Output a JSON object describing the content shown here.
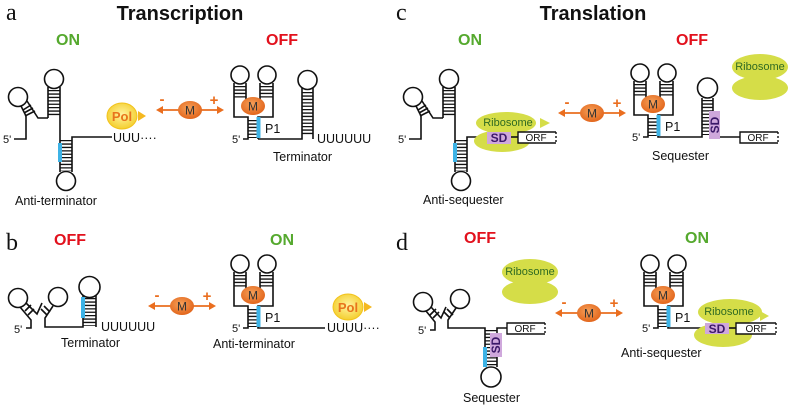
{
  "titles": {
    "transcription": "Transcription",
    "translation": "Translation"
  },
  "panels": {
    "a": {
      "letter": "a",
      "left_state": "ON",
      "right_state": "OFF",
      "left_label": "Anti-terminator",
      "right_label": "Terminator",
      "left_tail": "UUU····",
      "right_tail": "UUUUUU"
    },
    "b": {
      "letter": "b",
      "left_state": "OFF",
      "right_state": "ON",
      "left_label": "Terminator",
      "right_label": "Anti-terminator",
      "left_tail": "UUUUUU",
      "right_tail": "UUUU····"
    },
    "c": {
      "letter": "c",
      "left_state": "ON",
      "right_state": "OFF",
      "left_label": "Anti-sequester",
      "right_label": "Sequester"
    },
    "d": {
      "letter": "d",
      "left_state": "OFF",
      "right_state": "ON",
      "left_label": "Sequester",
      "right_label": "Anti-sequester"
    }
  },
  "common": {
    "ligand": "M",
    "minus": "-",
    "plus": "+",
    "p1": "P1",
    "five_prime": "5'",
    "sd": "SD",
    "orf": "ORF",
    "ribosome": "Ribosome",
    "polymerase": "Pol"
  },
  "colors": {
    "on": "#55a92e",
    "off": "#e2111d",
    "ligand": "#ea6e1f",
    "p1_segment": "#3db3e6",
    "ribosome": "#d5dd48",
    "sd_box": "#cfa8dc",
    "polymerase": "#f6d44a"
  }
}
